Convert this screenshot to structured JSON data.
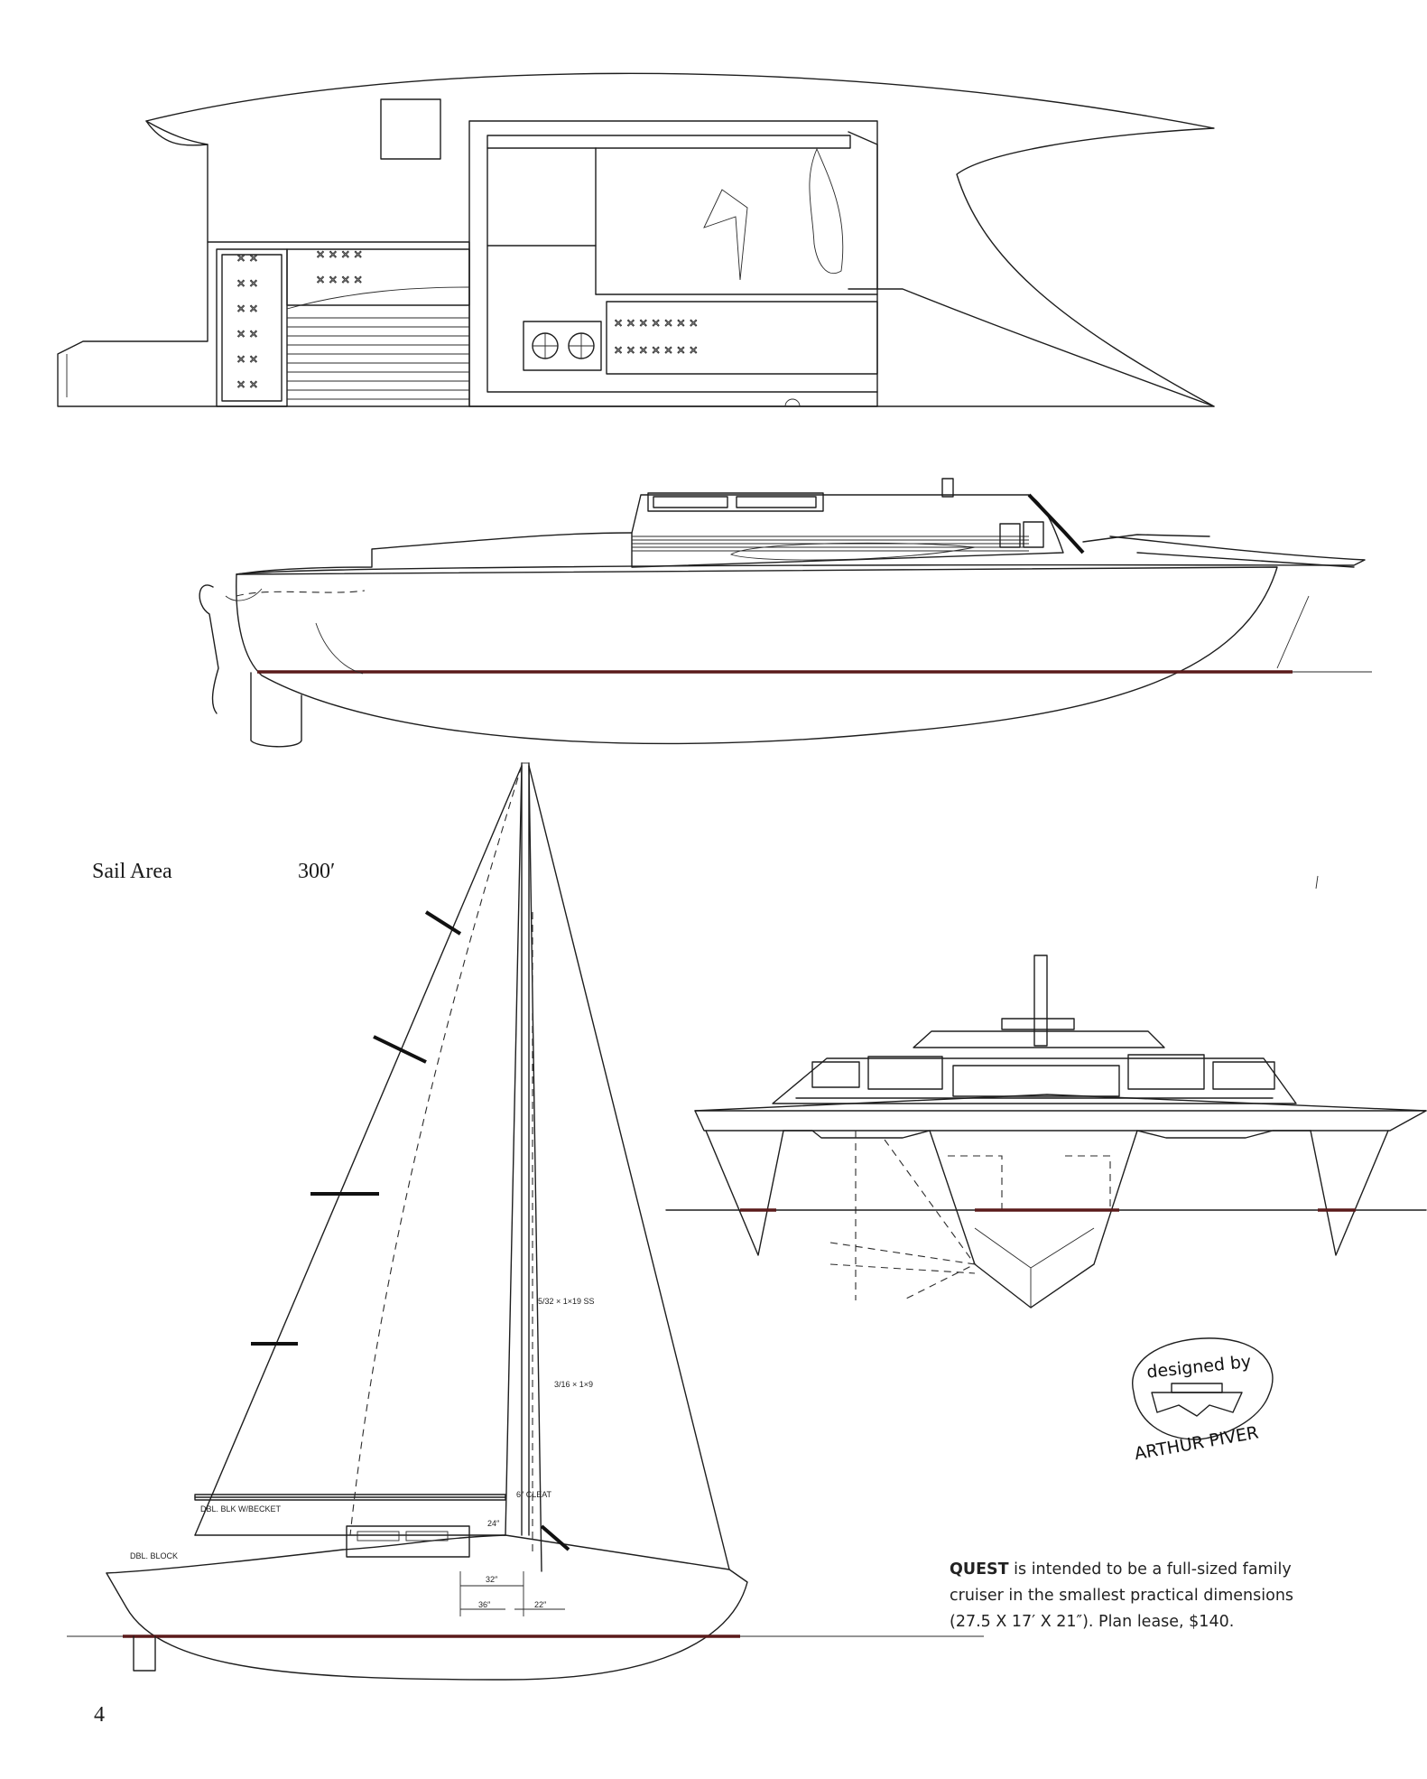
{
  "sail_area": {
    "label": "Sail Area",
    "value": "300′"
  },
  "description": {
    "boat_name": "QUEST",
    "text": " is intended to be a full-sized family cruiser in the smallest practical dimensions (27.5 X 17′ X 21″). Plan lease, $140."
  },
  "page_number": "4",
  "logo": {
    "line1": "designed by",
    "line2": "ARTHUR PIVER"
  },
  "rigging_notes": {
    "forestay": "5/32 × 1×19 SS",
    "shroud": "3/16 × 1×9",
    "cleat": "6″ CLEAT",
    "becket": "DBL. BLK W/BECKET",
    "block": "DBL. BLOCK",
    "dim_24": "24″",
    "dim_32": "32″",
    "dim_36": "36″",
    "dim_22": "22″"
  }
}
